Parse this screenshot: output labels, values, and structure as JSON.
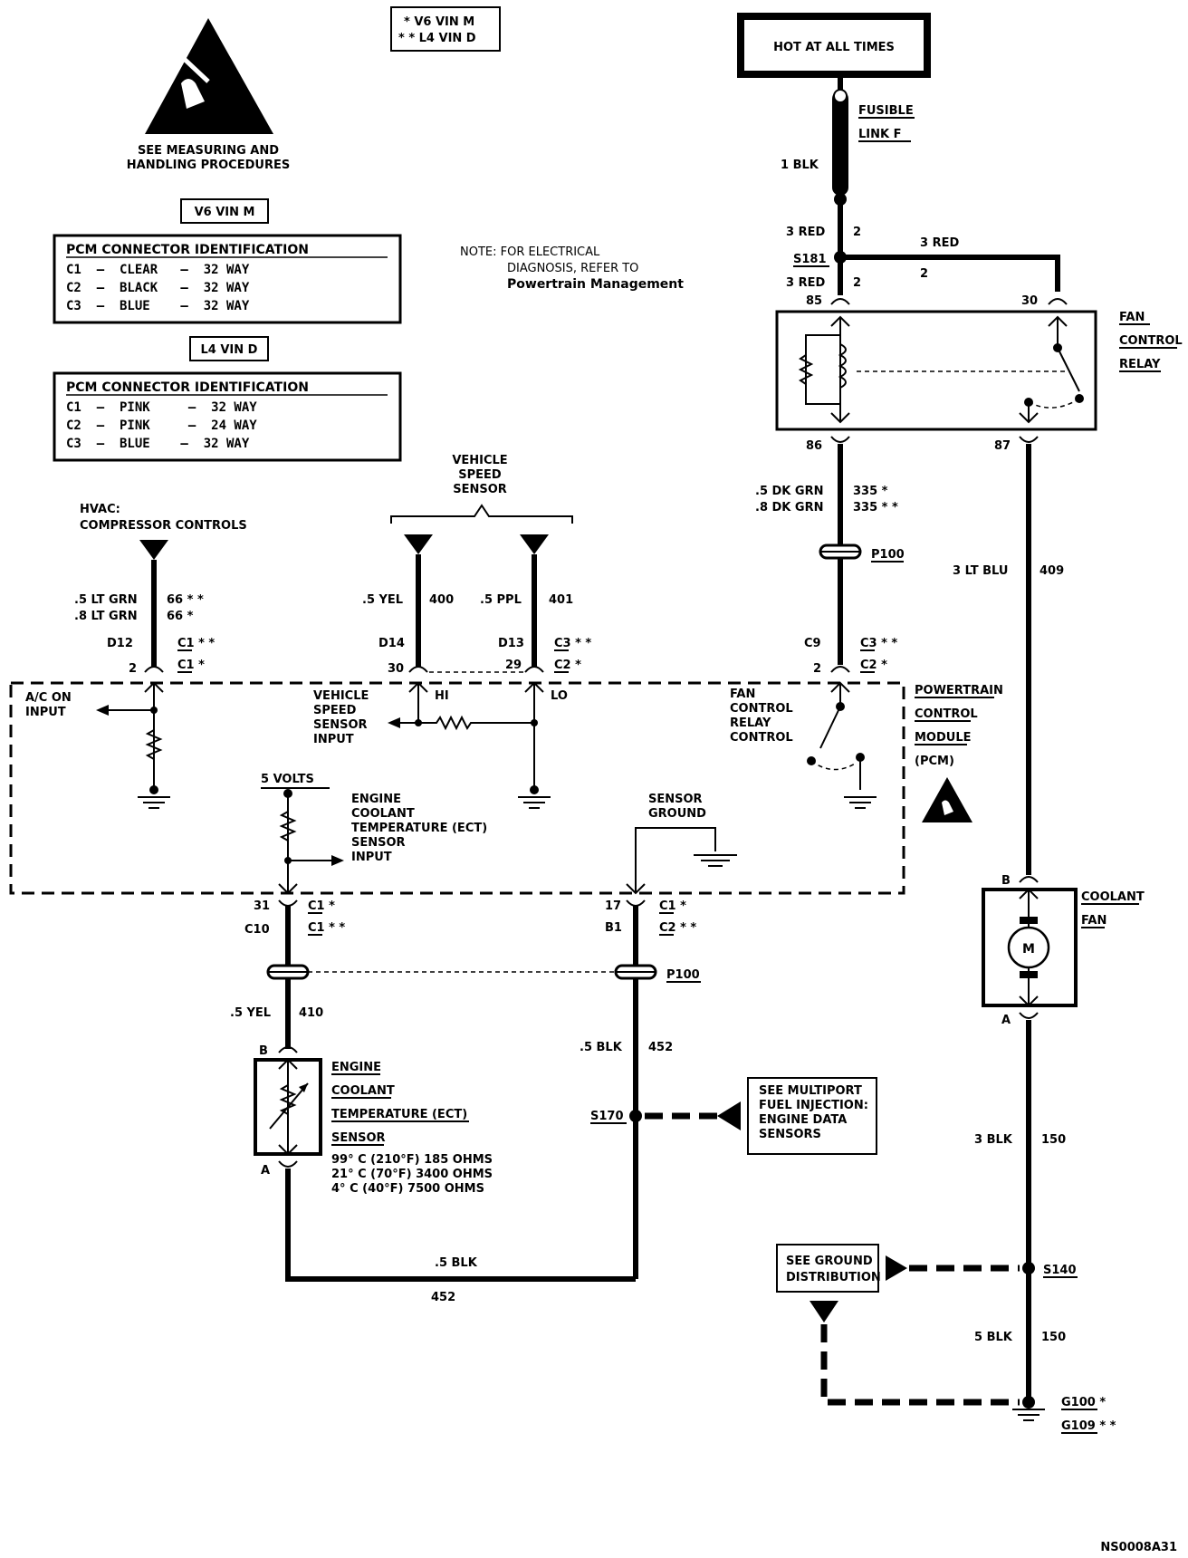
{
  "vin_legend": {
    "line1": "* V6 VIN M",
    "line2": "* * L4 VIN D"
  },
  "esd": {
    "line1": "SEE MEASURING AND",
    "line2": "HANDLING PROCEDURES"
  },
  "v6_tag": "V6 VIN M",
  "l4_tag": "L4 VIN D",
  "pcm_table_v6": {
    "title": "PCM CONNECTOR IDENTIFICATION",
    "rows": [
      "C1  –  CLEAR   –  32 WAY",
      "C2  –  BLACK   –  32 WAY",
      "C3  –  BLUE    –  32 WAY"
    ]
  },
  "pcm_table_l4": {
    "title": "PCM CONNECTOR IDENTIFICATION",
    "rows": [
      "C1  –  PINK     –  32 WAY",
      "C2  –  PINK     –  24 WAY",
      "C3  –  BLUE    –  32 WAY"
    ]
  },
  "note": {
    "line1": "NOTE: FOR ELECTRICAL",
    "line2": "DIAGNOSIS, REFER TO",
    "line3": "Powertrain Management"
  },
  "hot_box": "HOT AT ALL TIMES",
  "fusible": {
    "line1": "FUSIBLE",
    "line2": "LINK F"
  },
  "wires": {
    "blk1": "1 BLK",
    "red3a": "3 RED",
    "red3a_n": "2",
    "s181": "S181",
    "red3b": "3 RED",
    "red3b_n": "2",
    "red3c": "3 RED",
    "red3c_n": "2",
    "dkgrn5": ".5 DK GRN",
    "dkgrn5_n": "335 *",
    "dkgrn8": ".8 DK GRN",
    "dkgrn8_n": "335 * *",
    "ltblu": "3 LT BLU",
    "ltblu_n": "409",
    "ltgrn5": ".5 LT GRN",
    "ltgrn5_n": "66 * *",
    "ltgrn8": ".8 LT GRN",
    "ltgrn8_n": "66 *",
    "yel5": ".5 YEL",
    "yel5_n": "400",
    "ppl5": ".5 PPL",
    "ppl5_n": "401",
    "yel410": ".5 YEL",
    "yel410_n": "410",
    "blk452": ".5 BLK",
    "blk452_n": "452",
    "blk452b": ".5 BLK",
    "blk452b_n": "452",
    "blk150a": "3 BLK",
    "blk150a_n": "150",
    "blk150b": "5 BLK",
    "blk150b_n": "150"
  },
  "relay": {
    "label1": "FAN",
    "label2": "CONTROL",
    "label3": "RELAY",
    "pin85": "85",
    "pin30": "30",
    "pin86": "86",
    "pin87": "87"
  },
  "p100a": "P100",
  "p100b": "P100",
  "vss": {
    "line1": "VEHICLE",
    "line2": "SPEED",
    "line3": "SENSOR"
  },
  "hvac": {
    "line1": "HVAC:",
    "line2": "COMPRESSOR CONTROLS"
  },
  "conn": {
    "d12": "D12",
    "c1a": "C1 * *",
    "c1b": "C1 *",
    "pin2a": "2",
    "d14": "D14",
    "pin30b": "30",
    "d13": "D13",
    "c3a": "C3 * *",
    "c2a": "C2 *",
    "pin29": "29",
    "c9": "C9",
    "c3b": "C3 * *",
    "c2b": "C2 *",
    "pin2b": "2",
    "pin31": "31",
    "c10": "C10",
    "c1c": "C1 *",
    "c1d": "C1 * *",
    "pin17": "17",
    "b1": "B1",
    "c1e": "C1 *",
    "c2c": "C2 * *"
  },
  "pcm": {
    "ac1": "A/C ON",
    "ac2": "INPUT",
    "vssin1": "VEHICLE",
    "vssin2": "SPEED",
    "vssin3": "SENSOR",
    "vssin4": "INPUT",
    "hi": "HI",
    "lo": "LO",
    "fcr1": "FAN",
    "fcr2": "CONTROL",
    "fcr3": "RELAY",
    "fcr4": "CONTROL",
    "title1": "POWERTRAIN",
    "title2": "CONTROL",
    "title3": "MODULE",
    "title4": "(PCM)",
    "volts": "5 VOLTS",
    "ect1": "ENGINE",
    "ect2": "COOLANT",
    "ect3": "TEMPERATURE (ECT)",
    "ect4": "SENSOR",
    "ect5": "INPUT",
    "sg1": "SENSOR",
    "sg2": "GROUND"
  },
  "ect_sensor": {
    "pinB": "B",
    "pinA": "A",
    "l1": "ENGINE",
    "l2": "COOLANT",
    "l3": "TEMPERATURE (ECT)",
    "l4": "SENSOR",
    "r1": "99° C (210°F) 185 OHMS",
    "r2": "21° C (70°F) 3400 OHMS",
    "r3": "4° C (40°F) 7500 OHMS"
  },
  "s170": "S170",
  "mfi_box": {
    "l1": "SEE MULTIPORT",
    "l2": "FUEL INJECTION:",
    "l3": "ENGINE DATA",
    "l4": "SENSORS"
  },
  "fan": {
    "pinB": "B",
    "pinA": "A",
    "l1": "COOLANT",
    "l2": "FAN",
    "m": "M"
  },
  "ground_box": {
    "l1": "SEE GROUND",
    "l2": "DISTRIBUTION"
  },
  "s140": "S140",
  "g100": "G100 *",
  "g109": "G109 * *",
  "code": "NS0008A31"
}
